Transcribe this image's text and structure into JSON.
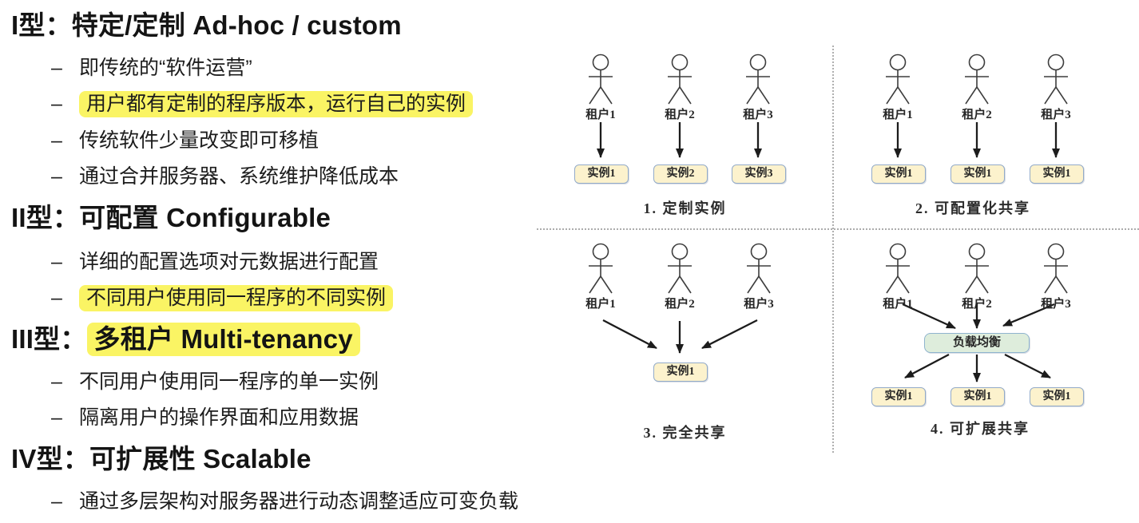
{
  "outline": {
    "bullet_marker": "–",
    "sections": [
      {
        "title": "I型：特定/定制 Ad-hoc / custom",
        "items": [
          {
            "text": "即传统的“软件运营”",
            "highlight": false
          },
          {
            "text": "用户都有定制的程序版本，运行自己的实例",
            "highlight": true
          },
          {
            "text": "传统软件少量改变即可移植",
            "highlight": false
          },
          {
            "text": "通过合并服务器、系统维护降低成本",
            "highlight": false
          }
        ]
      },
      {
        "title": "II型：可配置 Configurable",
        "items": [
          {
            "text": "详细的配置选项对元数据进行配置",
            "highlight": false
          },
          {
            "text": "不同用户使用同一程序的不同实例",
            "highlight": true
          }
        ]
      },
      {
        "title_prefix": "III型：",
        "title_highlight": "多租户 Multi-tenancy",
        "items": [
          {
            "text": "不同用户使用同一程序的单一实例",
            "highlight": false
          },
          {
            "text": "隔离用户的操作界面和应用数据",
            "highlight": false
          }
        ]
      },
      {
        "title": "IV型：可扩展性 Scalable",
        "items": [
          {
            "text": "通过多层架构对服务器进行动态调整适应可变负载",
            "highlight": false
          }
        ]
      }
    ]
  },
  "diagrams": {
    "tenants": [
      "租户1",
      "租户2",
      "租户3"
    ],
    "quadrants": [
      {
        "caption": "1. 定制实例",
        "instances": [
          "实例1",
          "实例2",
          "实例3"
        ]
      },
      {
        "caption": "2. 可配置化共享",
        "instances": [
          "实例1",
          "实例1",
          "实例1"
        ]
      },
      {
        "caption": "3. 完全共享",
        "instances": [
          "实例1"
        ]
      },
      {
        "caption": "4. 可扩展共享",
        "load_balancer": "负载均衡",
        "instances": [
          "实例1",
          "实例1",
          "实例1"
        ]
      }
    ]
  },
  "colors": {
    "highlight": "#FAF464",
    "instance_fill": "#FCF2CD",
    "instance_border": "#93ABC9",
    "load_balancer_fill": "#DEEDDC",
    "load_balancer_border": "#8FB4CE",
    "text": "#1a1a1a"
  }
}
